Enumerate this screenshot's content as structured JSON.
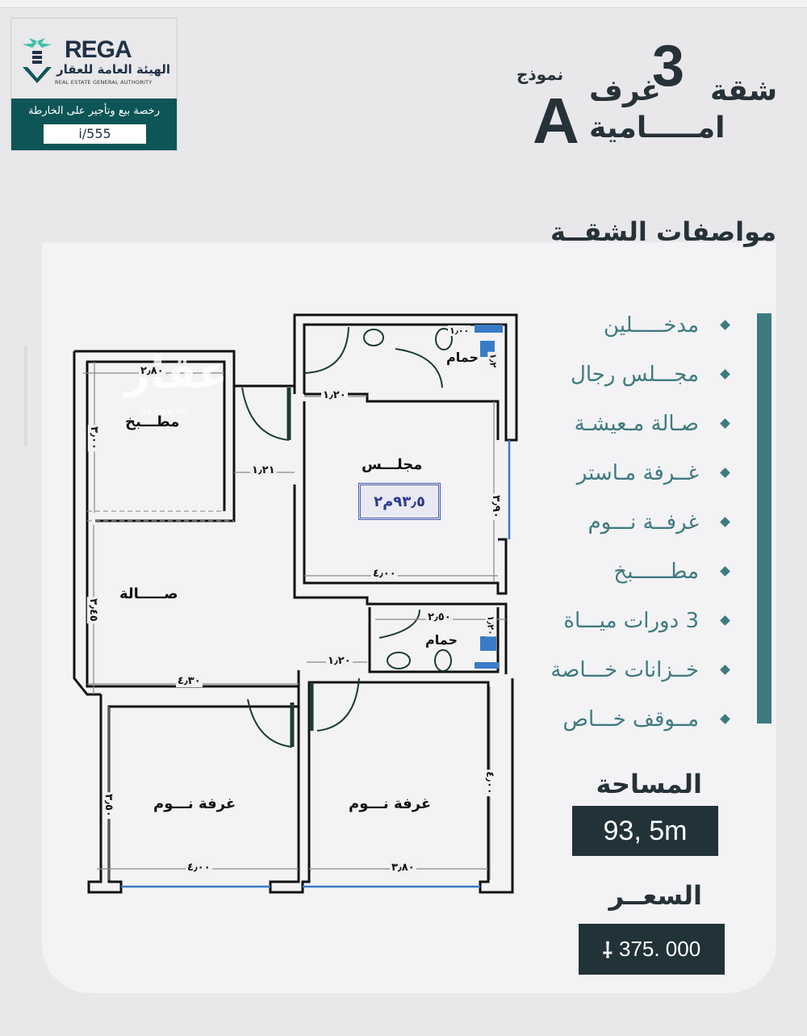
{
  "badge": {
    "brand": "REGA",
    "authority_ar": "الهيئة العامة للعقار",
    "authority_en": "REAL ESTATE GENERAL AUTHORITY",
    "license_label": "رخصة بيع وتأجير على الخارطة",
    "license_number": "i/555"
  },
  "header": {
    "apartment": "شقة",
    "rooms_count": "3",
    "rooms": "غرف",
    "model_label": "نموذج",
    "model": "A",
    "position": "امـــــامية"
  },
  "specs": {
    "title": "مواصفات الشقــة",
    "items": [
      {
        "label": "مدخـــــلين"
      },
      {
        "label": "مجـــلس رجال"
      },
      {
        "label": "صـالة مـعيشـة"
      },
      {
        "label": "غــرفة مـاستر"
      },
      {
        "label": "غرفــة نـــوم"
      },
      {
        "label": "مطــــــبخ"
      },
      {
        "label": "3 دورات ميـــاة"
      },
      {
        "label": "خــزانات خـــاصة"
      },
      {
        "label": "مــوقف خـــاص"
      }
    ]
  },
  "area": {
    "label": "المساحة",
    "value": "93, 5m"
  },
  "price": {
    "label": "السعــر",
    "currency_symbol": "⃁",
    "value": "375. 000"
  },
  "floor_plan": {
    "watermark": "عقار",
    "watermark_sub": "sa.aqar.fm",
    "total_area_stamp": "٩٣٫٥م٢",
    "rooms": {
      "kitchen": "مطـــبخ",
      "majlis": "مجلـــس",
      "hall": "صـــــالة",
      "bath_top": "حمام",
      "bath_mid": "حمام",
      "bedroom_left": "غرفة نـــوم",
      "bedroom_right": "غرفة نـــوم"
    },
    "dims": {
      "kitchen_w": "٢٫٨٠",
      "kitchen_h": "٣٫٠٠",
      "corridor_w": "١٫٢١",
      "entry_top_w": "١٫٢٠",
      "bath_top_w": "١٫٠٠",
      "bath_top_h": "١٫٢",
      "majlis_h": "٣٫٩٠",
      "majlis_w": "٤٫٠٠",
      "hall_h": "٣٫٤٥",
      "hall_w": "٤٫٣٠",
      "bath_mid_w": "٢٫٥٠",
      "bath_mid_h": "١٫٢٠",
      "entry_mid_w": "١٫٢٠",
      "bed_left_h": "٣٫٥٠",
      "bed_left_w": "٤٫٠٠",
      "bed_right_h": "٤٫٠٠",
      "bed_right_w": "٣٫٨٠"
    }
  }
}
